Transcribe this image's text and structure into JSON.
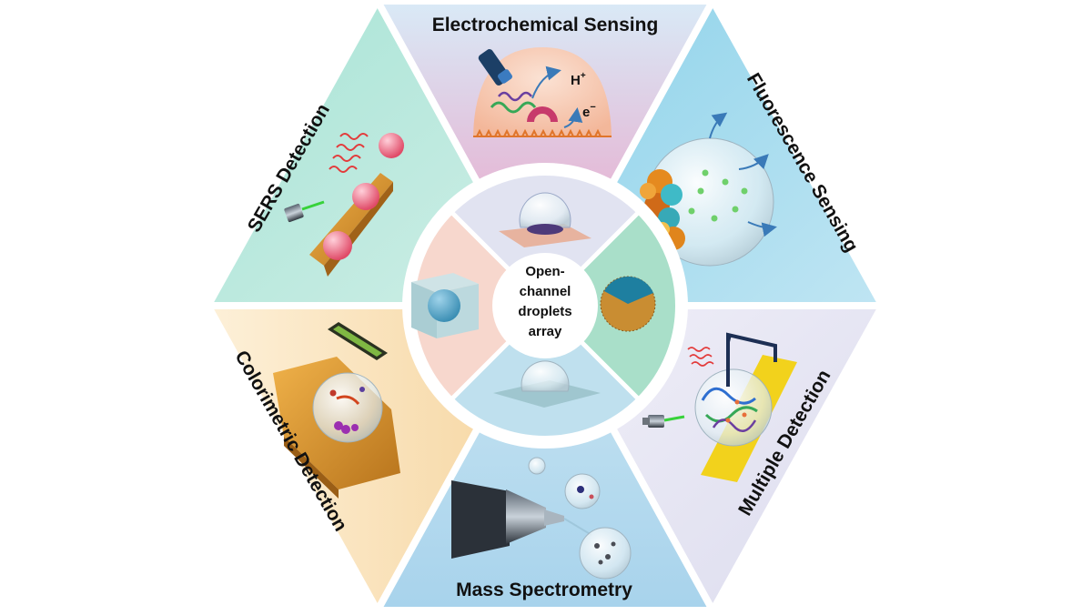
{
  "center": {
    "lines": [
      "Open-",
      "channel",
      "droplets",
      "array"
    ]
  },
  "segments": {
    "top": {
      "label": "Electrochemical Sensing",
      "h_plus": "H",
      "h_plus_sup": "+",
      "e_minus": "e",
      "e_minus_sup": "−"
    },
    "upper_right": {
      "label": "Fluorescence Sensing"
    },
    "lower_right": {
      "label": "Multiple Detection"
    },
    "bottom": {
      "label": "Mass Spectrometry"
    },
    "lower_left": {
      "label": "Colorimetric Detection"
    },
    "upper_left": {
      "label": "SERS Detection"
    }
  },
  "colors": {
    "top": "#e6a7c8",
    "upper_right": "#8ccfe6",
    "lower_right": "#e6e6f2",
    "bottom": "#b9dcf0",
    "lower_left": "#f7dcae",
    "upper_left": "#b4e7d9",
    "label": "#111111",
    "inner_ring_top": "#e1e3f1",
    "inner_ring_right": "#a9dfc9",
    "inner_ring_bottom": "#bfe0ee",
    "inner_ring_left": "#f7d7cd",
    "droplet": "#5aa6c8",
    "gold": "#d9962f",
    "pink_bead": "#e9607a"
  }
}
